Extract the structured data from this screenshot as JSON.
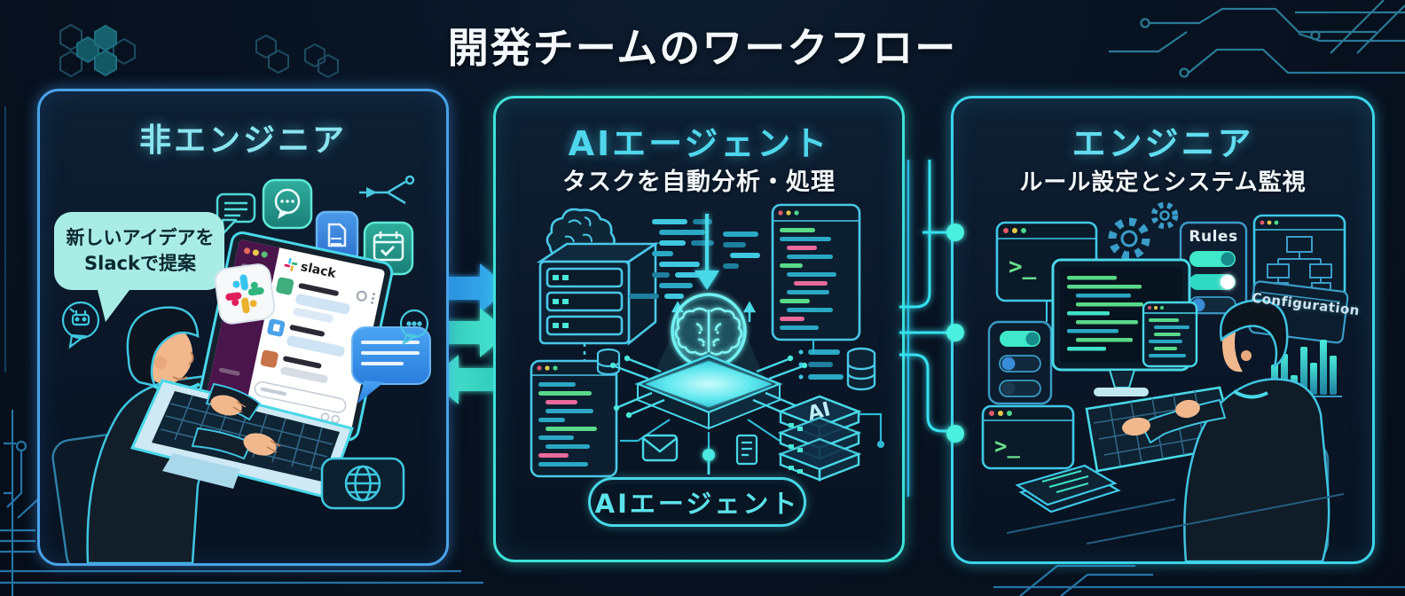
{
  "title": "開発チームのワークフロー",
  "left_panel": {
    "header": "非エンジニア",
    "speech_bubble_line1": "新しいアイデアを",
    "speech_bubble_line2": "Slackで提案",
    "laptop_app_name": "slack"
  },
  "middle_panel": {
    "header": "AIエージェント",
    "subtitle": "タスクを自動分析・処理",
    "ai_stack_label": "AI",
    "pill_label": "AIエージェント"
  },
  "right_panel": {
    "header": "エンジニア",
    "subtitle": "ルール設定とシステム監視",
    "rules_label": "Rules",
    "configuration_label": "Configuration",
    "terminal_prompt_top": ">_",
    "terminal_prompt_bottom": ">_"
  },
  "icons": {
    "left": [
      "chat-lines-icon",
      "chat-dots-icon",
      "document-icon",
      "calendar-check-icon",
      "branch-arrow-icon",
      "robot-chat-icon",
      "slack-logo-icon",
      "reply-bubble-icon",
      "ellipsis-bubble-icon",
      "globe-pad-icon"
    ],
    "middle": [
      "brain-icon",
      "server-rack-icon",
      "code-window-icon",
      "down-arrow-icon",
      "ai-chip-icon",
      "brain-bubble-icon",
      "envelope-icon",
      "database-icon",
      "ai-server-stack-icon",
      "note-icon"
    ],
    "right": [
      "terminal-window-icon",
      "gear-icon",
      "toggle-switch-icon",
      "flowchart-window-icon",
      "bar-chart-icon",
      "monitor-icon",
      "keyboard-icon",
      "papers-stack-icon",
      "connector-dot"
    ]
  },
  "colors": {
    "background": "#071120",
    "left_panel_border": "#4aa2e8",
    "middle_panel_border": "#3ee2d8",
    "right_panel_border": "#3cd4ea",
    "header_cyan": "#74e2f2",
    "arrow_blue": "#2f9de4",
    "arrow_teal": "#3fdcc9",
    "connector_cyan": "#35e0ee",
    "code_green": "#67e08c",
    "slack_purple": "#4a154b",
    "speech_bubble_fill": "#a9ece6"
  }
}
